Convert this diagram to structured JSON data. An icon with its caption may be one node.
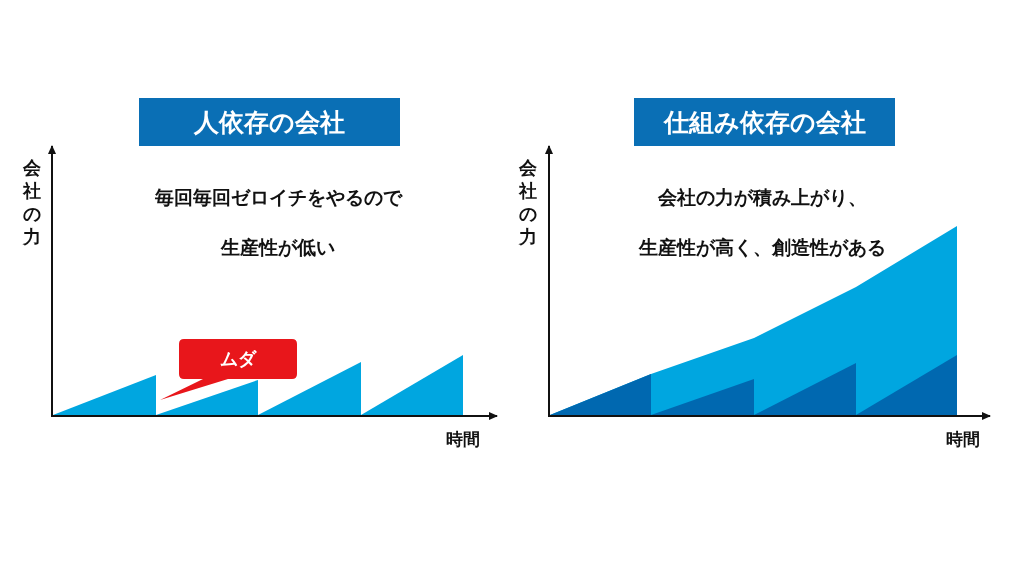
{
  "diagram": {
    "nodes": [
      {
        "text": [
          "人依存の会社"
        ]
      },
      {
        "text": [
          "仕組み依存の会社"
        ]
      },
      {
        "text": [
          "ムダ"
        ]
      }
    ],
    "edges": [],
    "labels": [
      "会社の力",
      "毎回毎回ゼロイチをやるので生産性が低い",
      "時間",
      "会社の力",
      "会社の力が積み上がり、生産性が高く、創造性がある",
      "時間"
    ]
  }
}
